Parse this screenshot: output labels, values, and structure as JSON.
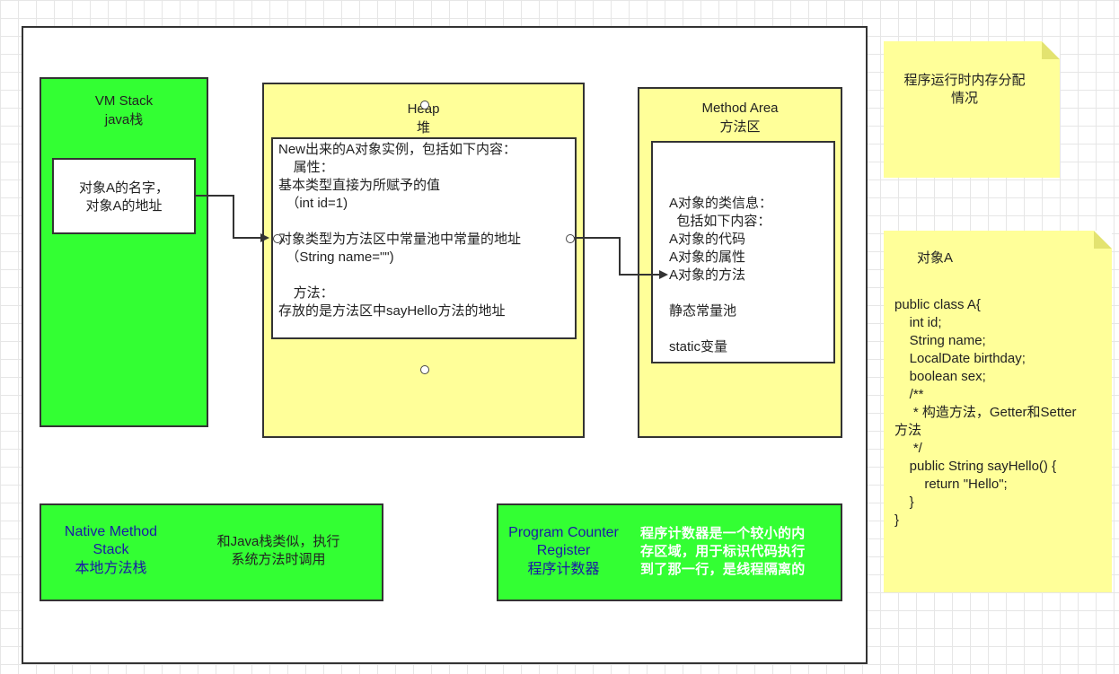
{
  "vm_stack": {
    "title_line1": "VM Stack",
    "title_line2": "java栈",
    "inner_line1": "对象A的名字，",
    "inner_line2": "对象A的地址"
  },
  "heap": {
    "title_line1": "Heap",
    "title_line2": "堆",
    "content": "New出来的A对象实例，包括如下内容：\n    属性：\n基本类型直接为所赋予的值\n  （int id=1)\n\n对象类型为方法区中常量池中常量的地址\n  （String name=\"\")\n\n    方法：\n存放的是方法区中sayHello方法的地址"
  },
  "method_area": {
    "title_line1": "Method Area",
    "title_line2": "方法区",
    "content": "A对象的类信息：\n  包括如下内容：\nA对象的代码\nA对象的属性\nA对象的方法\n\n静态常量池\n\nstatic变量"
  },
  "native_stack": {
    "title_line1": "Native Method",
    "title_line2": "Stack",
    "title_line3": "本地方法栈",
    "desc_line1": "和Java栈类似，执行",
    "desc_line2": "系统方法时调用"
  },
  "program_counter": {
    "title_line1": "Program Counter",
    "title_line2": "Register",
    "title_line3": "程序计数器",
    "desc": "程序计数器是一个较小的内\n存区域，用于标识代码执行\n到了那一行，是线程隔离的"
  },
  "note_top": {
    "line1": "程序运行时内存分配",
    "line2": "情况"
  },
  "note_code": {
    "title": "对象A",
    "code": "public class A{\n    int id;\n    String name;\n    LocalDate birthday;\n    boolean sex;\n    /**\n     * 构造方法，Getter和Setter\n方法\n     */\n    public String sayHello() {\n        return \"Hello\";\n    }\n}"
  },
  "colors": {
    "green": "#33ff33",
    "yellow": "#ffff99",
    "blue_text": "#1a1aa6",
    "white_text": "#ffffff",
    "border": "#333333"
  }
}
